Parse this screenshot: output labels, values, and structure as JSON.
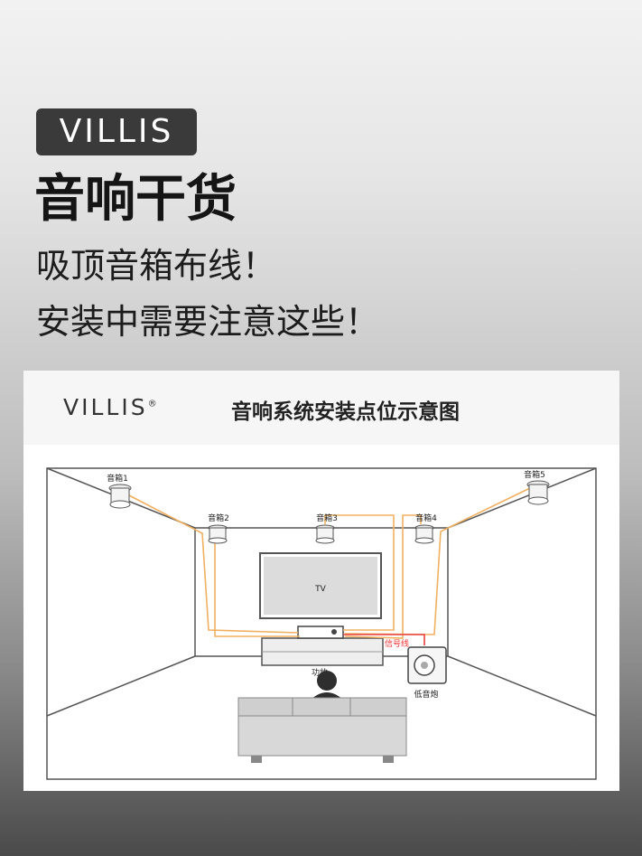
{
  "brand": "VILLIS",
  "headline": "音响干货",
  "subtitle_line1": "吸顶音箱布线！",
  "subtitle_line2": "安装中需要注意这些！",
  "card": {
    "logo": "VILLIS",
    "logo_mark": "®",
    "title": "音响系统安装点位示意图"
  },
  "diagram": {
    "speakers": [
      "音箱1",
      "音箱2",
      "音箱3",
      "音箱4",
      "音箱5"
    ],
    "tv": "TV",
    "amplifier": "功放",
    "signal_line": "信号线",
    "subwoofer": "低音炮"
  },
  "colors": {
    "wire": "#f0b060",
    "signal": "#e84040",
    "badge_bg": "#3a3a3a"
  }
}
